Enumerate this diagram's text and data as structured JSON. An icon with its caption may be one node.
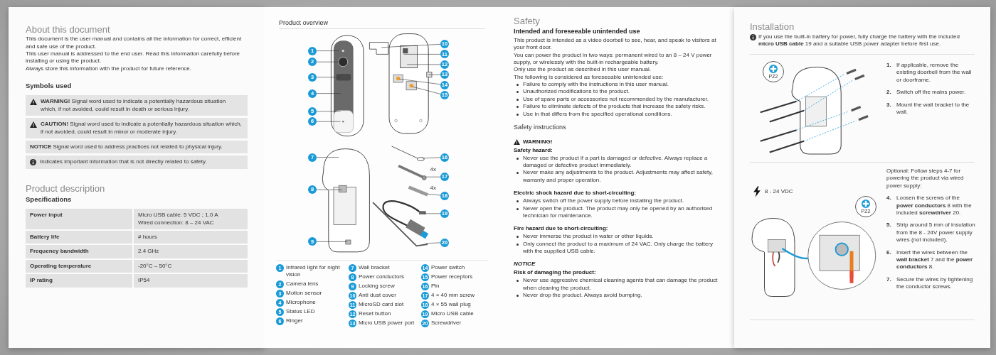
{
  "diagram": {
    "nodes": [
      {
        "text": [
          "**WARNING!** Signal word used to indicate a potentially hazardous situation which, if not avoided, could result in death or serious injury."
        ]
      },
      {
        "text": [
          "**CAUTION!** Signal word used to indicate a potentially hazardous situation which, if not avoided, could result in minor or moderate injury."
        ]
      },
      {
        "text": [
          "**NOTICE** Signal word used to address practices not related to physical injury."
        ]
      },
      {
        "text": [
          "Indicates important information that is not directly related to safety."
        ]
      },
      {
        "text": [
          "1"
        ]
      },
      {
        "text": [
          "2"
        ]
      },
      {
        "text": [
          "3"
        ]
      },
      {
        "text": [
          "4"
        ]
      },
      {
        "text": [
          "5"
        ]
      },
      {
        "text": [
          "6"
        ]
      },
      {
        "text": [
          "10"
        ]
      },
      {
        "text": [
          "11"
        ]
      },
      {
        "text": [
          "12"
        ]
      },
      {
        "text": [
          "13"
        ]
      },
      {
        "text": [
          "14"
        ]
      },
      {
        "text": [
          "15"
        ]
      },
      {
        "text": [
          "7"
        ]
      },
      {
        "text": [
          "8"
        ]
      },
      {
        "text": [
          "9"
        ]
      },
      {
        "text": [
          "16"
        ]
      },
      {
        "text": [
          "17"
        ]
      },
      {
        "text": [
          "18"
        ]
      },
      {
        "text": [
          "19"
        ]
      },
      {
        "text": [
          "20"
        ]
      },
      {
        "text": [],
        "shape": "picture"
      },
      {
        "text": [],
        "shape": "picture"
      },
      {
        "text": [],
        "shape": "picture"
      },
      {
        "text": [],
        "shape": "picture"
      }
    ],
    "edges": [
      {
        "from": 4,
        "to": 24,
        "arrow": "none"
      },
      {
        "from": 5,
        "to": 24,
        "arrow": "none"
      },
      {
        "from": 6,
        "to": 24,
        "arrow": "none"
      },
      {
        "from": 7,
        "to": 24,
        "arrow": "none"
      },
      {
        "from": 8,
        "to": 24,
        "arrow": "none"
      },
      {
        "from": 9,
        "to": 24,
        "arrow": "none"
      },
      {
        "from": 10,
        "to": 25,
        "arrow": "none"
      },
      {
        "from": 11,
        "to": 25,
        "arrow": "none"
      },
      {
        "from": 12,
        "to": 25,
        "arrow": "none"
      },
      {
        "from": 13,
        "to": 25,
        "arrow": "none"
      },
      {
        "from": 14,
        "to": 25,
        "arrow": "none"
      },
      {
        "from": 15,
        "to": 25,
        "arrow": "none"
      },
      {
        "from": 16,
        "to": 26,
        "arrow": "none"
      },
      {
        "from": 17,
        "to": 26,
        "arrow": "none"
      },
      {
        "from": 18,
        "to": 26,
        "arrow": "none"
      },
      {
        "from": 19,
        "to": 27,
        "arrow": "none"
      },
      {
        "from": 20,
        "to": 27,
        "arrow": "none"
      },
      {
        "from": 21,
        "to": 27,
        "arrow": "none"
      },
      {
        "from": 22,
        "to": 27,
        "arrow": "none"
      },
      {
        "from": 23,
        "to": 27,
        "arrow": "none"
      }
    ],
    "labels": [
      "About this document",
      "This document is the user manual and contains all the information for correct, efficient and safe use of the product.",
      "This user manual is addressed to the end user. Read this information carefully before installing or using the product.",
      "Always store this information with the product for future reference.",
      "Symbols used",
      "Product description",
      "Specifications",
      "Power input",
      "Micro USB cable: 5 VDC ; 1.0 A",
      "Wired connection: 8 – 24 VAC",
      "Battery life",
      "# hours",
      "Frequency bandwidth",
      "2.4 GHz",
      "Operating temperature",
      "-20°C – 50°C",
      "IP rating",
      "IP54",
      "Product overview",
      "4x",
      "4x",
      "1",
      "Infrared light for night vision",
      "2",
      "Camera lens",
      "3",
      "Motion sensor",
      "4",
      "Microphone",
      "5",
      "Status LED",
      "6",
      "Ringer",
      "7",
      "Wall bracket",
      "8",
      "Power conductors",
      "9",
      "Locking screw",
      "10",
      "Anti dust cover",
      "11",
      "MicroSD card slot",
      "12",
      "Reset button",
      "13",
      "Micro USB power port",
      "14",
      "Power switch",
      "15",
      "Power receptors",
      "16",
      "Pin",
      "17",
      "4 × 40 mm screw",
      "18",
      "4 × 55 wall plug",
      "19",
      "Micro USB cable",
      "20",
      "Screwdriver",
      "Safety",
      "Intended and foreseeable unintended use",
      "This product is intended as a video doorbell to see, hear, and speak to visitors at your front door.",
      "You can power the product in two ways: permanent wired to an 8 – 24 V power supply, or wirelessly with the built-in rechargeable battery.",
      "Only use the product as described in this user manual.",
      "The following is considered as foreseeable unintended use:",
      "Failure to comply with the instructions in this user manual.",
      "Unauthorized modifications to the product.",
      "Use of spare parts or accessories not recommended by the manufacturer.",
      "Failure to eliminate defects of the products that increase the safety risks.",
      "Use in that differs from the specified operational conditions.",
      "Safety instructions",
      "WARNING!",
      "Safety hazard:",
      "Never use the product if a part is damaged or defective. Always replace a damaged or defective product immediately.",
      "Never make any adjustments to the product. Adjustments may affect safety, warranty and proper operation.",
      "Electric shock hazard due to short-circuiting:",
      "Always switch off the power supply before installing the product.",
      "Never open the product. The product may only be opened by an authorised technician for maintenance.",
      "Fire hazard due to short-circuiting:",
      "Never immerse the product in water or other liquids.",
      "Only connect the product to a maximum of 24 VAC. Only charge the battery with the supplied USB cable.",
      "NOTICE",
      "Risk of damaging the product:",
      "Never use aggressive chemical cleaning agents that can damage the product when cleaning the product.",
      "Never drop the product. Always avoid bumping.",
      "Installation",
      "If you use the built-in battery for power, fully charge the battery with the included **micro USB cable** 19 and a suitable USB power adapter before first use.",
      "PZ2",
      "1.",
      "If applicable, remove the existing doorbell from the wall or doorframe.",
      "2.",
      "Switch off the mains power.",
      "3.",
      "Mount the wall bracket to the wall.",
      "Optional: Follow steps 4-7 for powering the product via wired power supply:",
      "8 - 24 VDC",
      "PZ2",
      "4.",
      "Loosen the screws of the **power conductors** 8 with the included **screwdriver** 20.",
      "5.",
      "Strip around 5 mm of insulation from the 8 - 24V power supply wires (not included).",
      "6.",
      "Insert the wires between the **wall bracket** 7 and the **power conductors** 8.",
      "7.",
      "Secure the wires by tightening the conductor screws."
    ]
  }
}
